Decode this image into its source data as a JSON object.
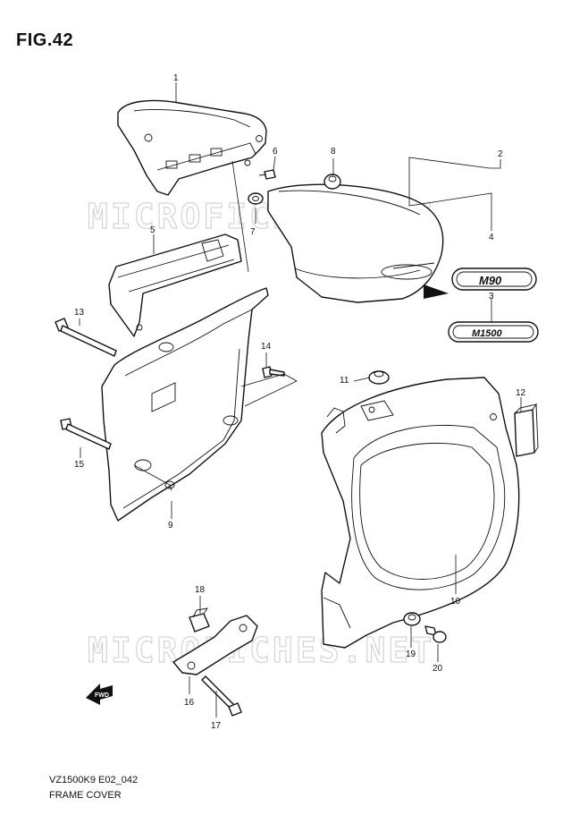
{
  "figure": {
    "title": "FIG.42",
    "model_code": "VZ1500K9 E02_042",
    "caption": "FRAME COVER"
  },
  "watermark": {
    "text": "MICROFICHES.NET"
  },
  "emblems": {
    "m90": "M90",
    "m1500": "M1500"
  },
  "direction_arrow": {
    "label": "FWD"
  },
  "callouts": [
    {
      "id": "c1",
      "number": "1"
    },
    {
      "id": "c2",
      "number": "2"
    },
    {
      "id": "c3",
      "number": "3"
    },
    {
      "id": "c4",
      "number": "4"
    },
    {
      "id": "c5",
      "number": "5"
    },
    {
      "id": "c6",
      "number": "6"
    },
    {
      "id": "c7",
      "number": "7"
    },
    {
      "id": "c8",
      "number": "8"
    },
    {
      "id": "c9",
      "number": "9"
    },
    {
      "id": "c10",
      "number": "10"
    },
    {
      "id": "c11",
      "number": "11"
    },
    {
      "id": "c12",
      "number": "12"
    },
    {
      "id": "c13",
      "number": "13"
    },
    {
      "id": "c14",
      "number": "14"
    },
    {
      "id": "c15",
      "number": "15"
    },
    {
      "id": "c16",
      "number": "16"
    },
    {
      "id": "c17",
      "number": "17"
    },
    {
      "id": "c18",
      "number": "18"
    },
    {
      "id": "c19",
      "number": "19"
    },
    {
      "id": "c20",
      "number": "20"
    }
  ]
}
